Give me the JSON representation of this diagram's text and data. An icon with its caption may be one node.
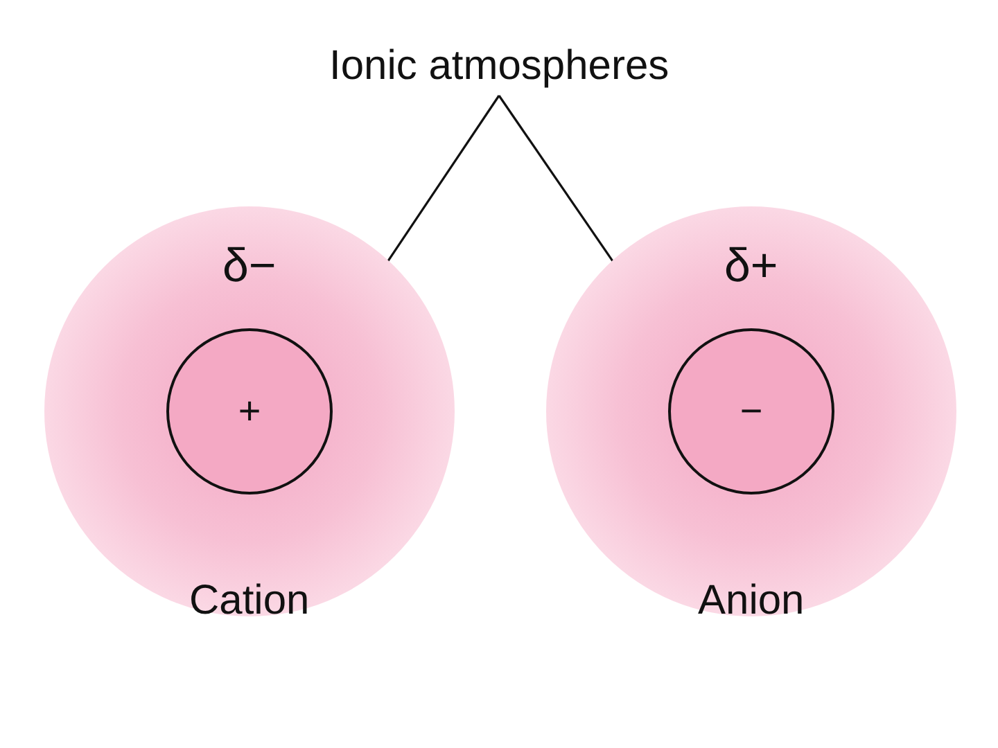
{
  "diagram": {
    "nodes": [
      {
        "text": [
          "Ionic atmospheres"
        ]
      },
      {
        "text": [
          "δ−"
        ],
        "beside": [
          "Cation"
        ]
      },
      {
        "text": [
          "+"
        ],
        "in": 1
      },
      {
        "text": [
          "δ+"
        ],
        "beside": [
          "Anion"
        ]
      },
      {
        "text": [
          "−"
        ],
        "in": 3
      }
    ],
    "edges": [
      {
        "from": 0,
        "to": 1,
        "arrow": "none"
      },
      {
        "from": 0,
        "to": 3,
        "arrow": "none"
      }
    ]
  }
}
